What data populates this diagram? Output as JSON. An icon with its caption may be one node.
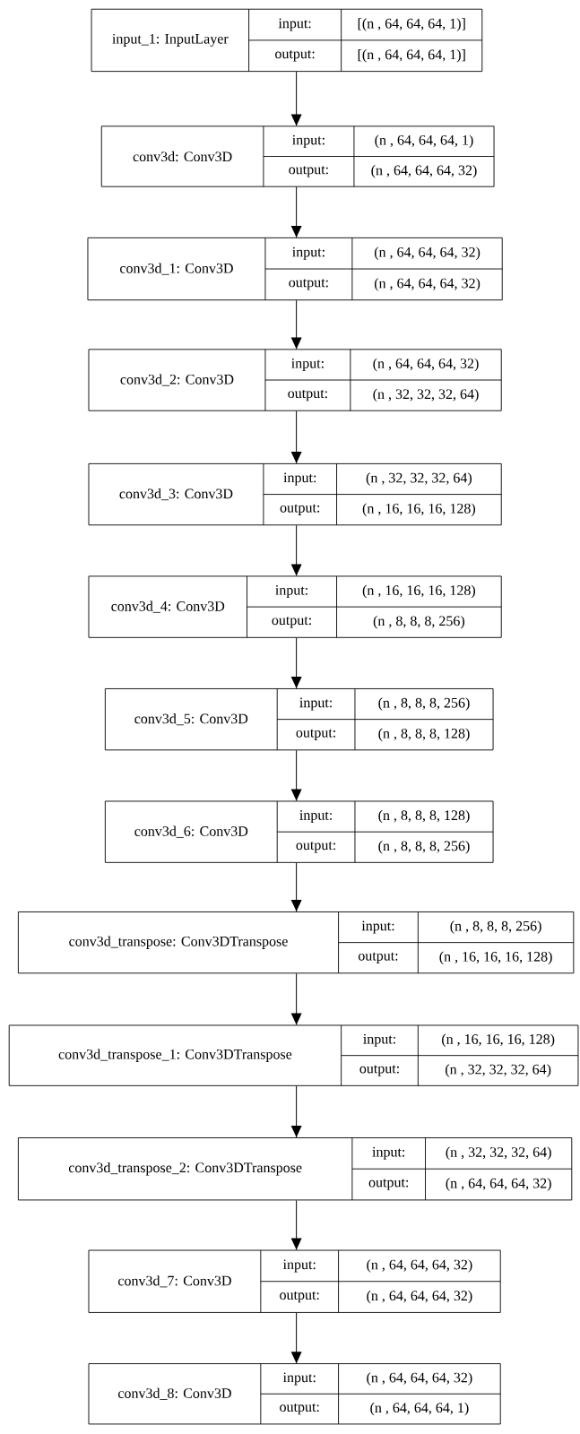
{
  "diagram": {
    "nodes": [
      {
        "text": [
          "input_1: InputLayer",
          "input:",
          "output:",
          "[(n , 64, 64, 64, 1)]",
          "[(n , 64, 64, 64, 1)]"
        ]
      },
      {
        "text": [
          "conv3d: Conv3D",
          "input:",
          "output:",
          "(n , 64, 64, 64, 1)",
          "(n , 64, 64, 64, 32)"
        ]
      },
      {
        "text": [
          "conv3d_1: Conv3D",
          "input:",
          "output:",
          "(n , 64, 64, 64, 32)",
          "(n , 64, 64, 64, 32)"
        ]
      },
      {
        "text": [
          "conv3d_2: Conv3D",
          "input:",
          "output:",
          "(n , 64, 64, 64, 32)",
          "(n , 32, 32, 32, 64)"
        ]
      },
      {
        "text": [
          "conv3d_3: Conv3D",
          "input:",
          "output:",
          "(n , 32, 32, 32, 64)",
          "(n , 16, 16, 16, 128)"
        ]
      },
      {
        "text": [
          "conv3d_4: Conv3D",
          "input:",
          "output:",
          "(n , 16, 16, 16, 128)",
          "(n , 8, 8, 8, 256)"
        ]
      },
      {
        "text": [
          "conv3d_5: Conv3D",
          "input:",
          "output:",
          "(n , 8, 8, 8, 256)",
          "(n , 8, 8, 8, 128)"
        ]
      },
      {
        "text": [
          "conv3d_6: Conv3D",
          "input:",
          "output:",
          "(n , 8, 8, 8, 128)",
          "(n , 8, 8, 8, 256)"
        ]
      },
      {
        "text": [
          "conv3d_transpose: Conv3DTranspose",
          "input:",
          "output:",
          "(n , 8, 8, 8, 256)",
          "(n , 16, 16, 16, 128)"
        ]
      },
      {
        "text": [
          "conv3d_transpose_1: Conv3DTranspose",
          "input:",
          "output:",
          "(n , 16, 16, 16, 128)",
          "(n , 32, 32, 32, 64)"
        ]
      },
      {
        "text": [
          "conv3d_transpose_2: Conv3DTranspose",
          "input:",
          "output:",
          "(n , 32, 32, 32, 64)",
          "(n , 64, 64, 64, 32)"
        ]
      },
      {
        "text": [
          "conv3d_7: Conv3D",
          "input:",
          "output:",
          "(n , 64, 64, 64, 32)",
          "(n , 64, 64, 64, 32)"
        ]
      },
      {
        "text": [
          "conv3d_8: Conv3D",
          "input:",
          "output:",
          "(n , 64, 64, 64, 32)",
          "(n , 64, 64, 64, 1)"
        ]
      }
    ],
    "edges": [
      {
        "from": 0,
        "to": 1,
        "arrow": "to"
      },
      {
        "from": 1,
        "to": 2,
        "arrow": "to"
      },
      {
        "from": 2,
        "to": 3,
        "arrow": "to"
      },
      {
        "from": 3,
        "to": 4,
        "arrow": "to"
      },
      {
        "from": 4,
        "to": 5,
        "arrow": "to"
      },
      {
        "from": 5,
        "to": 6,
        "arrow": "to"
      },
      {
        "from": 6,
        "to": 7,
        "arrow": "to"
      },
      {
        "from": 7,
        "to": 8,
        "arrow": "to"
      },
      {
        "from": 8,
        "to": 9,
        "arrow": "to"
      },
      {
        "from": 9,
        "to": 10,
        "arrow": "to"
      },
      {
        "from": 10,
        "to": 11,
        "arrow": "to"
      },
      {
        "from": 11,
        "to": 12,
        "arrow": "to"
      }
    ]
  }
}
